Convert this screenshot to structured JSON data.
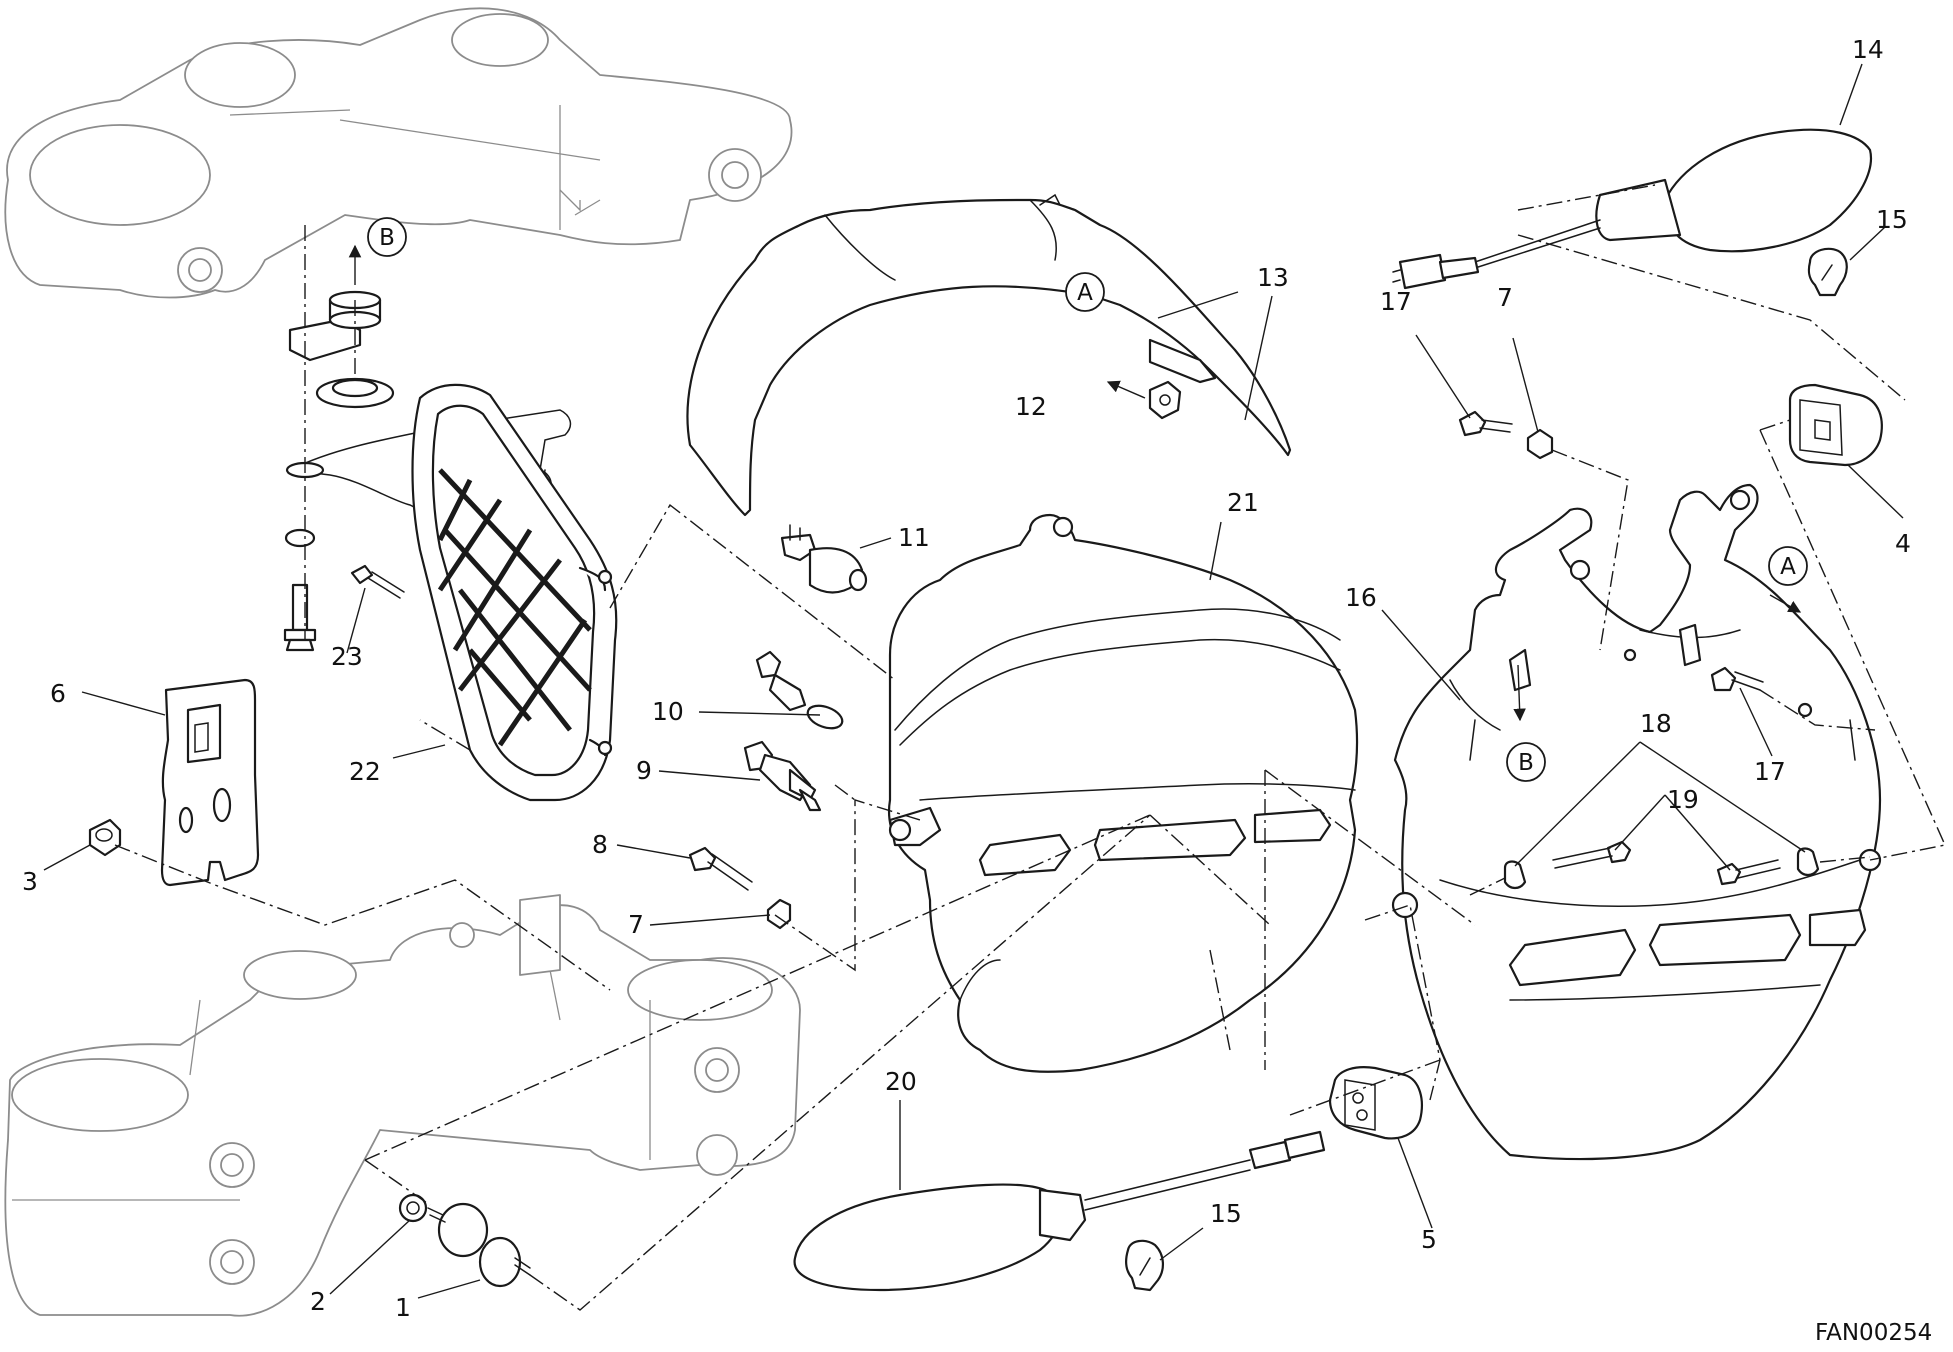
{
  "drawing_code": "FAN00254",
  "callouts": {
    "a": "A",
    "b": "B"
  },
  "labels": {
    "p1": "1",
    "p2": "2",
    "p3": "3",
    "p4": "4",
    "p5": "5",
    "p6": "6",
    "p7a": "7",
    "p7b": "7",
    "p8": "8",
    "p9": "9",
    "p10": "10",
    "p11": "11",
    "p12": "12",
    "p13": "13",
    "p14": "14",
    "p15a": "15",
    "p15b": "15",
    "p16": "16",
    "p17a": "17",
    "p17b": "17",
    "p18": "18",
    "p19": "19",
    "p20": "20",
    "p21": "21",
    "p22": "22",
    "p23": "23"
  }
}
